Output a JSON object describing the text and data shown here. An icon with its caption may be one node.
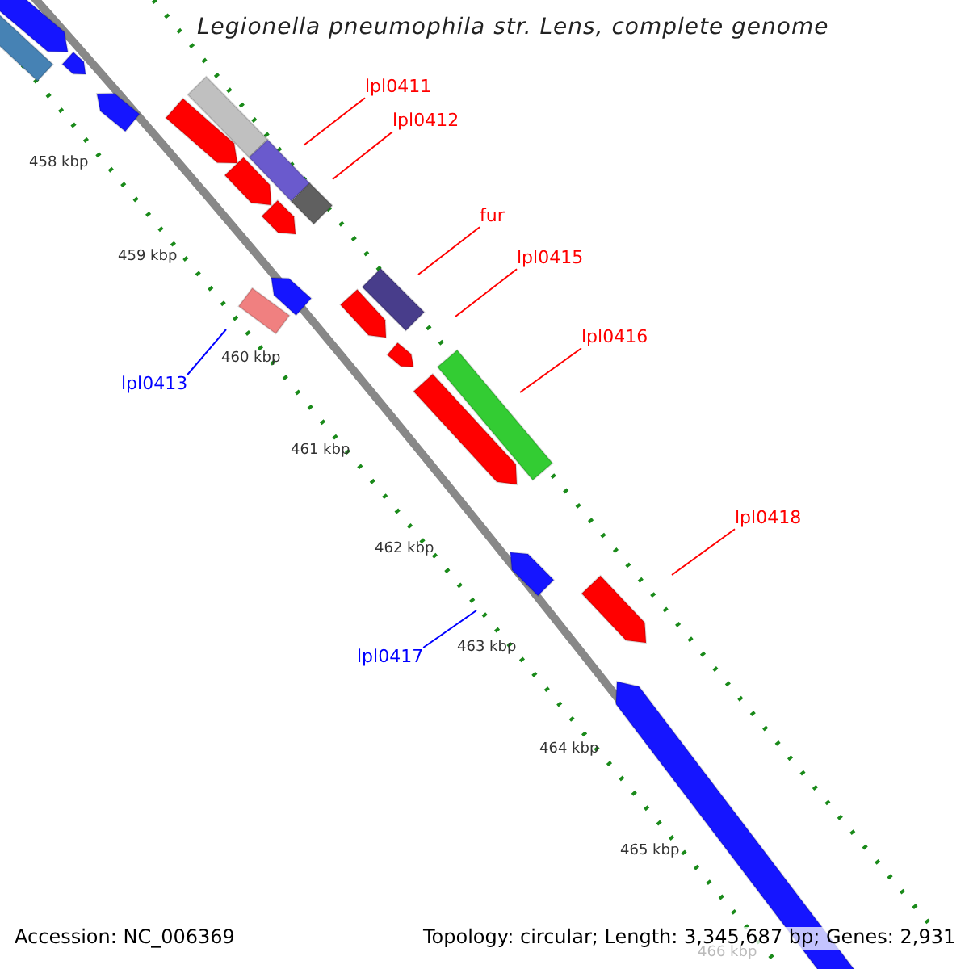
{
  "diagram": {
    "title": "Legionella pneumophila str. Lens, complete genome",
    "nodes": [
      {
        "text": [
          "lpl0411"
        ]
      },
      {
        "text": [
          "lpl0412"
        ]
      },
      {
        "text": [
          "fur"
        ]
      },
      {
        "text": [
          "lpl0415"
        ]
      },
      {
        "text": [
          "lpl0416"
        ]
      },
      {
        "text": [
          "lpl0413"
        ]
      },
      {
        "text": [
          "lpl0418"
        ]
      },
      {
        "text": [
          "lpl0417"
        ]
      }
    ],
    "edges": [
      {
        "from": 0,
        "to": null,
        "arrow": "none"
      },
      {
        "from": 1,
        "to": null,
        "arrow": "none"
      },
      {
        "from": 2,
        "to": null,
        "arrow": "none"
      },
      {
        "from": 3,
        "to": null,
        "arrow": "none"
      },
      {
        "from": 4,
        "to": null,
        "arrow": "none"
      },
      {
        "from": 5,
        "to": null,
        "arrow": "none",
        "color": "#0000ff"
      },
      {
        "from": 6,
        "to": null,
        "arrow": "none"
      },
      {
        "from": 7,
        "to": null,
        "arrow": "none",
        "color": "#0000ff"
      }
    ],
    "labels": [
      "458 kbp",
      "459 kbp",
      "460 kbp",
      "461 kbp",
      "462 kbp",
      "463 kbp",
      "464 kbp",
      "465 kbp",
      "Accession: NC_006369",
      "Topology: circular; Length: 3,345,687 bp; Genes: 2,931",
      "466 kbp"
    ]
  }
}
